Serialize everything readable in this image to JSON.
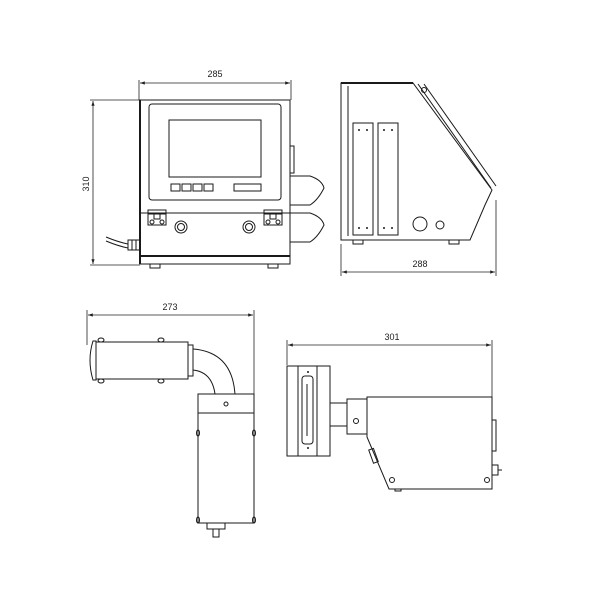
{
  "drawing": {
    "views": [
      {
        "name": "front-view",
        "dimensions": {
          "width": "285",
          "height": "310"
        }
      },
      {
        "name": "side-view",
        "dimensions": {
          "depth": "288"
        }
      },
      {
        "name": "printhead-top-view",
        "dimensions": {
          "length": "273"
        }
      },
      {
        "name": "printhead-side-view",
        "dimensions": {
          "length": "301"
        }
      }
    ]
  },
  "labels": {
    "front_width": "285",
    "front_height": "310",
    "side_depth": "288",
    "head_top_length": "273",
    "head_side_length": "301"
  },
  "colors": {
    "line": "#1a1a1a",
    "background": "#ffffff"
  }
}
